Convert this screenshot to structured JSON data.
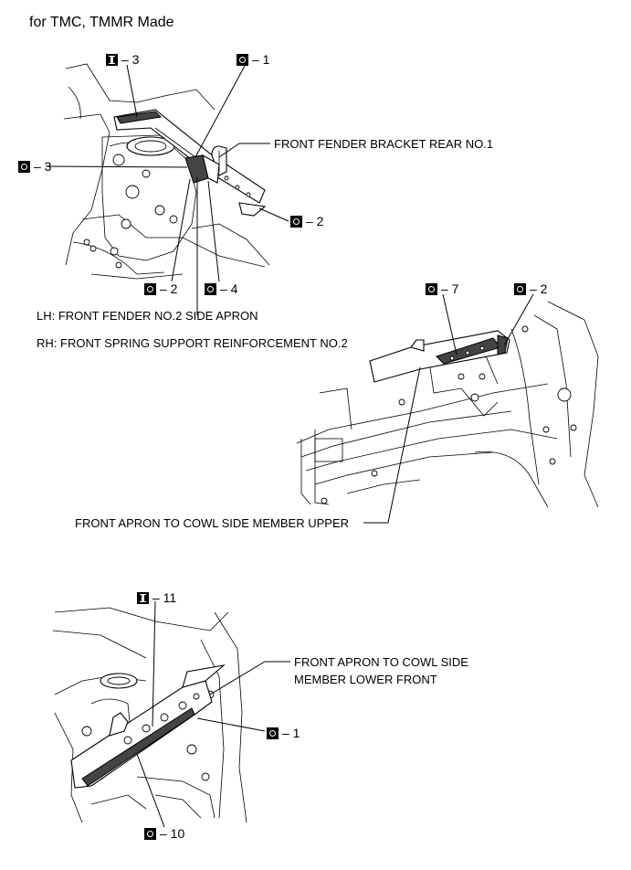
{
  "title": "for TMC, TMMR Made",
  "callouts": {
    "d1_i3": {
      "type": "I",
      "text": "– 3"
    },
    "d1_o1": {
      "type": "O",
      "text": "– 1"
    },
    "d1_o3": {
      "type": "O",
      "text": "– 3"
    },
    "d1_o2a": {
      "type": "O",
      "text": "– 2"
    },
    "d1_o2b": {
      "type": "O",
      "text": "– 2"
    },
    "d1_o4": {
      "type": "O",
      "text": "– 4"
    },
    "d2_o7": {
      "type": "O",
      "text": "– 7"
    },
    "d2_o2": {
      "type": "O",
      "text": "– 2"
    },
    "d3_i11": {
      "type": "I",
      "text": "– 11"
    },
    "d3_o1": {
      "type": "O",
      "text": "– 1"
    },
    "d3_o10": {
      "type": "O",
      "text": "– 10"
    }
  },
  "labels": {
    "bracket_rear": "FRONT FENDER BRACKET REAR NO.1",
    "lh": "LH: FRONT FENDER NO.2 SIDE APRON",
    "rh": "RH: FRONT SPRING SUPPORT REINFORCEMENT NO.2",
    "cowl_upper": "FRONT APRON TO COWL SIDE MEMBER UPPER",
    "cowl_lower_1": "FRONT APRON TO COWL SIDE",
    "cowl_lower_2": "MEMBER LOWER FRONT"
  }
}
